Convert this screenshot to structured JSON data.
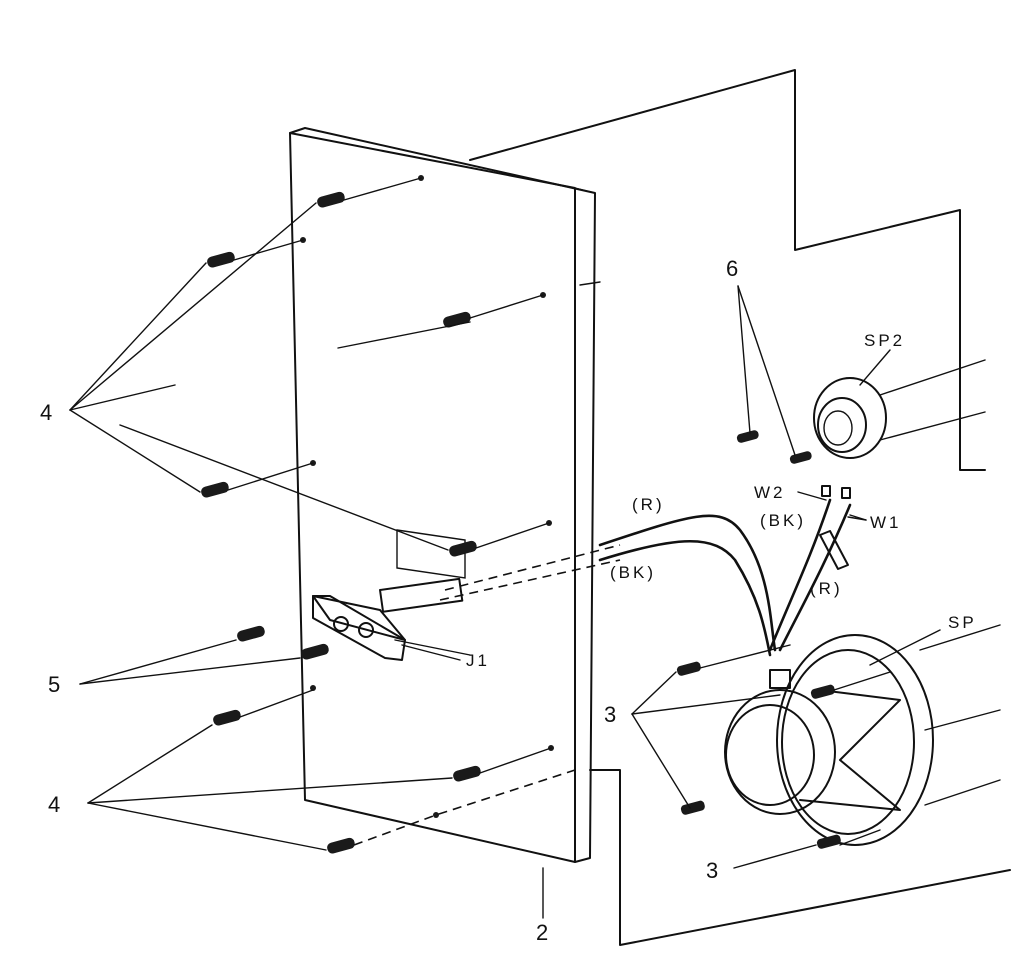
{
  "labels": {
    "panel": "2",
    "speaker_screws_top": "3",
    "speaker_screws_bottom": "3",
    "panel_screws_top": "4",
    "panel_screws_bottom": "4",
    "jack_screws": "5",
    "tweeter_screws": "6",
    "jack": "J1",
    "woofer": "SP",
    "tweeter": "SP2",
    "wire_w1": "W1",
    "wire_w2": "W2"
  },
  "wire_colors": {
    "red_top": "(R)",
    "black_bottom": "(BK)",
    "black_tweeter": "(BK)",
    "red_tweeter": "(R)"
  }
}
